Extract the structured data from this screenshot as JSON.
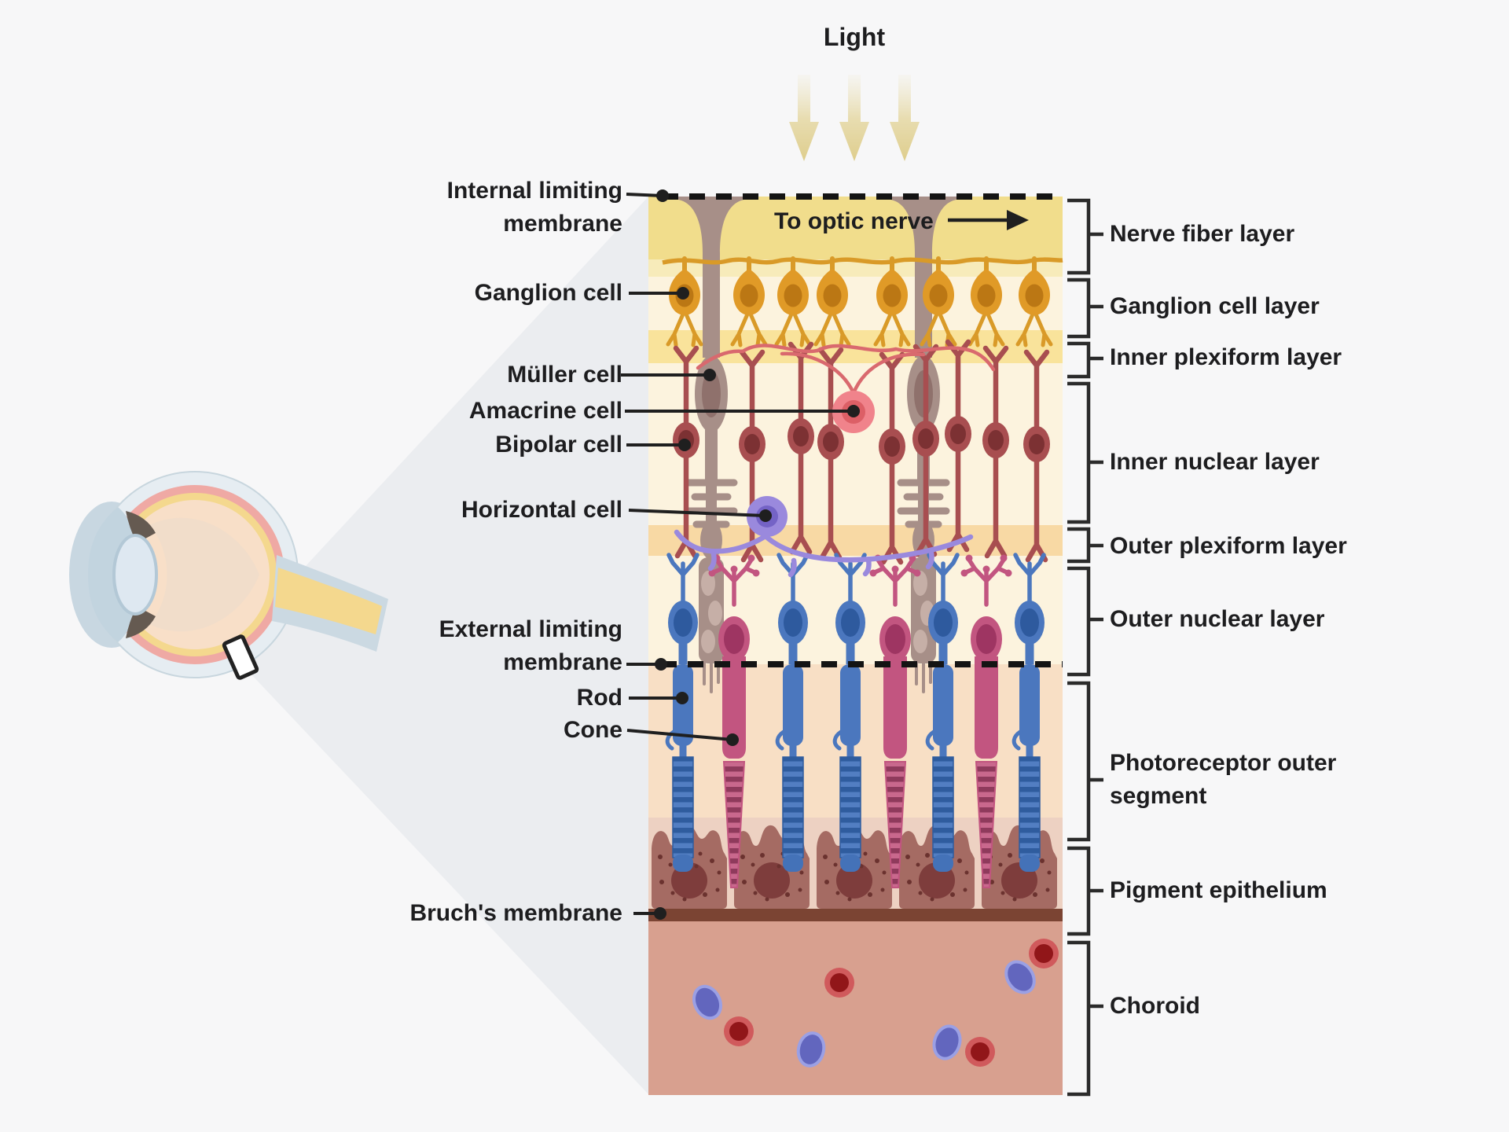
{
  "figure": {
    "light_label": "Light",
    "optic_nerve_label": "To optic nerve"
  },
  "left_labels": [
    {
      "id": "internal-limiting-membrane",
      "text": "Internal limiting\nmembrane"
    },
    {
      "id": "ganglion-cell",
      "text": "Ganglion cell"
    },
    {
      "id": "muller-cell",
      "text": "Müller cell"
    },
    {
      "id": "amacrine-cell",
      "text": "Amacrine cell"
    },
    {
      "id": "bipolar-cell",
      "text": "Bipolar cell"
    },
    {
      "id": "horizontal-cell",
      "text": "Horizontal cell"
    },
    {
      "id": "external-limiting-membrane",
      "text": "External limiting\nmembrane"
    },
    {
      "id": "rod",
      "text": "Rod"
    },
    {
      "id": "cone",
      "text": "Cone"
    },
    {
      "id": "bruchs-membrane",
      "text": "Bruch's membrane"
    }
  ],
  "layer_labels": [
    {
      "id": "nerve-fiber-layer",
      "text": "Nerve fiber layer"
    },
    {
      "id": "ganglion-cell-layer",
      "text": "Ganglion cell layer"
    },
    {
      "id": "inner-plexiform-layer",
      "text": "Inner plexiform layer"
    },
    {
      "id": "inner-nuclear-layer",
      "text": "Inner nuclear layer"
    },
    {
      "id": "outer-plexiform-layer",
      "text": "Outer plexiform layer"
    },
    {
      "id": "outer-nuclear-layer",
      "text": "Outer nuclear layer"
    },
    {
      "id": "photoreceptor-outer-segment",
      "text": "Photoreceptor outer\nsegment"
    },
    {
      "id": "pigment-epithelium",
      "text": "Pigment epithelium"
    },
    {
      "id": "choroid",
      "text": "Choroid"
    }
  ],
  "colors": {
    "background": "#f7f7f8",
    "nerve_fiber_layer": "#F1DD8C",
    "inner_plexiform_layer": "#F9E39B",
    "nuclear_layer_bg": "#FCF3DE",
    "outer_plexiform_layer": "#F8D9A4",
    "photoreceptor_segment_bg": "#F8DFC5",
    "pigment_epithelium_bg": "#EDD1C2",
    "pigment_cell": "#A56B63",
    "bruchs_membrane": "#7B4433",
    "choroid": "#D8A08F",
    "ganglion_cell": "#E09A27",
    "bipolar_cell": "#A84E50",
    "muller_cell": "#A78F88",
    "amacrine_cell": "#F0838B",
    "horizontal_cell": "#9A89DD",
    "rod": "#4B77BE",
    "cone": "#C25580",
    "light_arrow": "#DECD8C",
    "text": "#1d1d1f"
  }
}
